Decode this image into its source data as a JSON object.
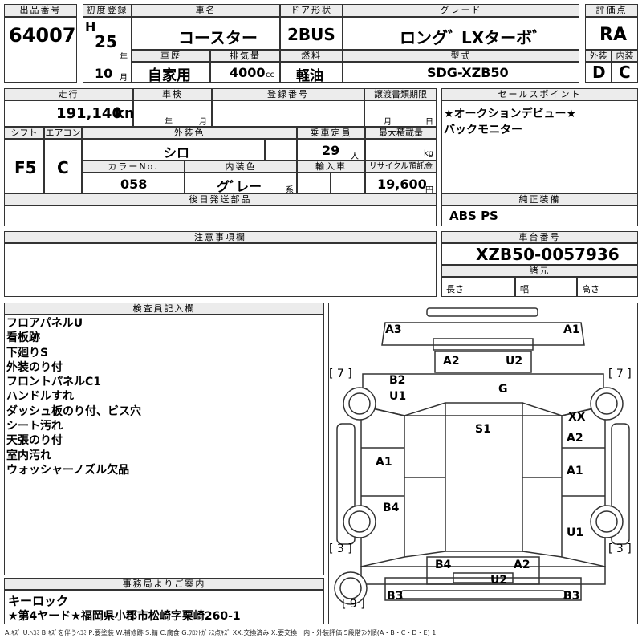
{
  "header": {
    "lot_label": "出品番号",
    "lot_number": "64007",
    "first_reg_label": "初度登録",
    "era": "H",
    "year": "25",
    "year_unit": "年",
    "month": "10",
    "month_unit": "月",
    "car_name_label": "車名",
    "car_name": "コースター",
    "door_label": "ドア形状",
    "door": "2BUS",
    "grade_label": "グレード",
    "grade": "ロングﾞ LXターボﾞ",
    "score_label": "評価点",
    "score": "RA",
    "history_label": "車歴",
    "history": "自家用",
    "displacement_label": "排気量",
    "displacement": "4000",
    "displacement_unit": "cc",
    "fuel_label": "燃料",
    "fuel": "軽油",
    "model_label": "型式",
    "model": "SDG-XZB50",
    "ext_label": "外装",
    "ext_grade": "D",
    "int_label": "内装",
    "int_grade": "C"
  },
  "row2": {
    "mileage_label": "走行",
    "mileage": "191,140",
    "mileage_unit": "km",
    "inspection_label": "車検",
    "inspection_year_unit": "年",
    "inspection_month_unit": "月",
    "registration_label": "登録番号",
    "transfer_label": "譲渡書類期限",
    "transfer_month_unit": "月",
    "transfer_day_unit": "日",
    "shift_label": "シフト",
    "shift": "F5",
    "ac_label": "エアコン",
    "ac": "C",
    "color_label": "外装色",
    "color": "シロ",
    "capacity_label": "乗車定員",
    "capacity": "29",
    "capacity_unit": "人",
    "load_label": "最大積載量",
    "load_unit": "kg",
    "color_no_label": "カラーNo.",
    "color_no": "058",
    "interior_color_label": "内装色",
    "interior_color": "グﾞレー",
    "interior_color_unit": "系",
    "import_label": "輸入車",
    "recycle_label": "リサイクル預託金",
    "recycle": "19,600",
    "recycle_unit": "円",
    "later_parts_label": "後日発送部品"
  },
  "sales_points": {
    "label": "セールスポイント",
    "items": [
      "★オークションデビュー★",
      "バックモニター"
    ]
  },
  "genuine": {
    "label": "純正装備",
    "value": "ABS PS"
  },
  "notes": {
    "label": "注意事項欄"
  },
  "chassis": {
    "label": "車台番号",
    "value": "XZB50-0057936",
    "dims_label": "諸元",
    "length_label": "長さ",
    "width_label": "幅",
    "height_label": "高さ"
  },
  "inspector": {
    "label": "検査員記入欄",
    "lines": [
      "フロアパネルU",
      "看板跡",
      "下廻りS",
      "外装のり付",
      "フロントパネルC1",
      "ハンドルすれ",
      "ダッシュ板のり付、ビス穴",
      "シート汚れ",
      "天張のり付",
      "室内汚れ",
      "ウォッシャーノズル欠品"
    ]
  },
  "office": {
    "label": "事務局よりご案内",
    "lines": [
      "キーロック",
      "★第4ヤード★福岡県小郡市松崎字栗崎260-1"
    ]
  },
  "diagram": {
    "tire_fl": "[ 7 ]",
    "tire_fr": "[ 7 ]",
    "tire_rl": "[ 3 ]",
    "tire_rr": "[ 3 ]",
    "spare": "[ 9 ]",
    "marks": {
      "a3_front_left": "A3",
      "a1_front_right": "A1",
      "a2_front": "A2",
      "u2_front": "U2",
      "b2": "B2",
      "u1_left": "U1",
      "g": "G",
      "s1": "S1",
      "xx": "XX",
      "a2_right": "A2",
      "a1_left": "A1",
      "a1_right": "A1",
      "b4_left": "B4",
      "u1_right": "U1",
      "b4_rear": "B4",
      "a2_rear": "A2",
      "u2_rear": "U2",
      "b3_left": "B3",
      "b3_right": "B3"
    }
  },
  "legend": "A:ｷｽﾞ U:ﾍｺﾐ B:ｷｽﾞを伴うﾍｺﾐ P:要塗装 W:補修跡 S:錆 C:腐食 G:ﾌﾛﾝﾄｶﾞﾗｽ点ｷｽﾞ XX:交換済み X:要交換　内・外装評価 5段階ﾗﾝｸ順(A・B・C・D・E) 1"
}
